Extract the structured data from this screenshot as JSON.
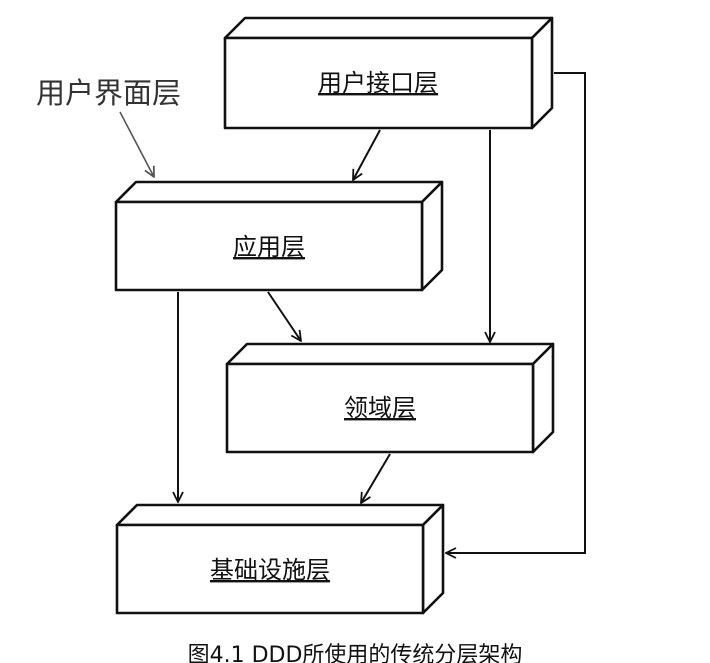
{
  "layers": {
    "ui_layer": "用户接口层",
    "app_layer": "应用层",
    "domain_layer": "领域层",
    "infra_layer": "基础设施层"
  },
  "callout": "用户界面层",
  "caption": "图4.1 DDD所使用的传统分层架构",
  "colors": {
    "line": "#111111",
    "callout": "#555555"
  }
}
